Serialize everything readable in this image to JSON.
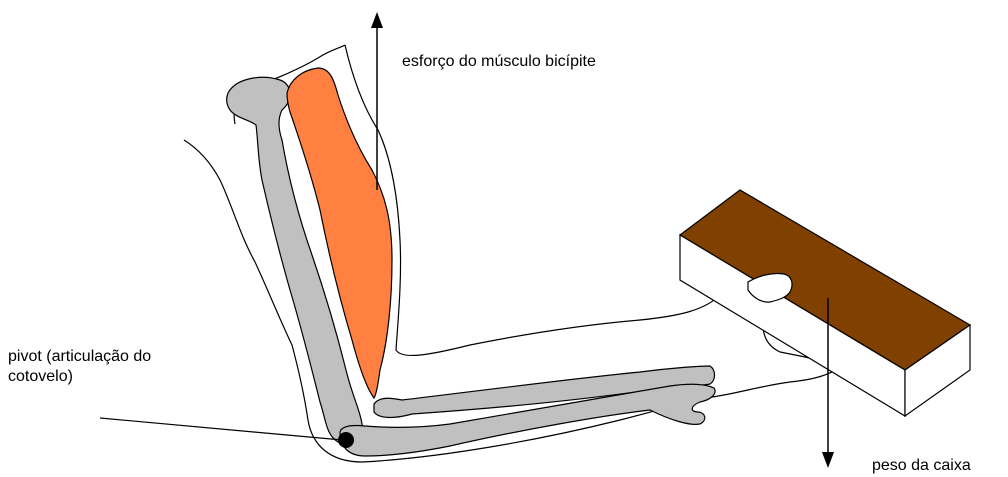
{
  "labels": {
    "bicep_effort": "esforço do músculo bicípite",
    "pivot_line1": "pivot (articulação do",
    "pivot_line2": "cotovelo)",
    "box_weight": "peso da caixa"
  },
  "colors": {
    "muscle": "#ff8040",
    "bone": "#c0c0c0",
    "box_top": "#804000",
    "box_side": "#ffffff",
    "outline": "#000000"
  }
}
